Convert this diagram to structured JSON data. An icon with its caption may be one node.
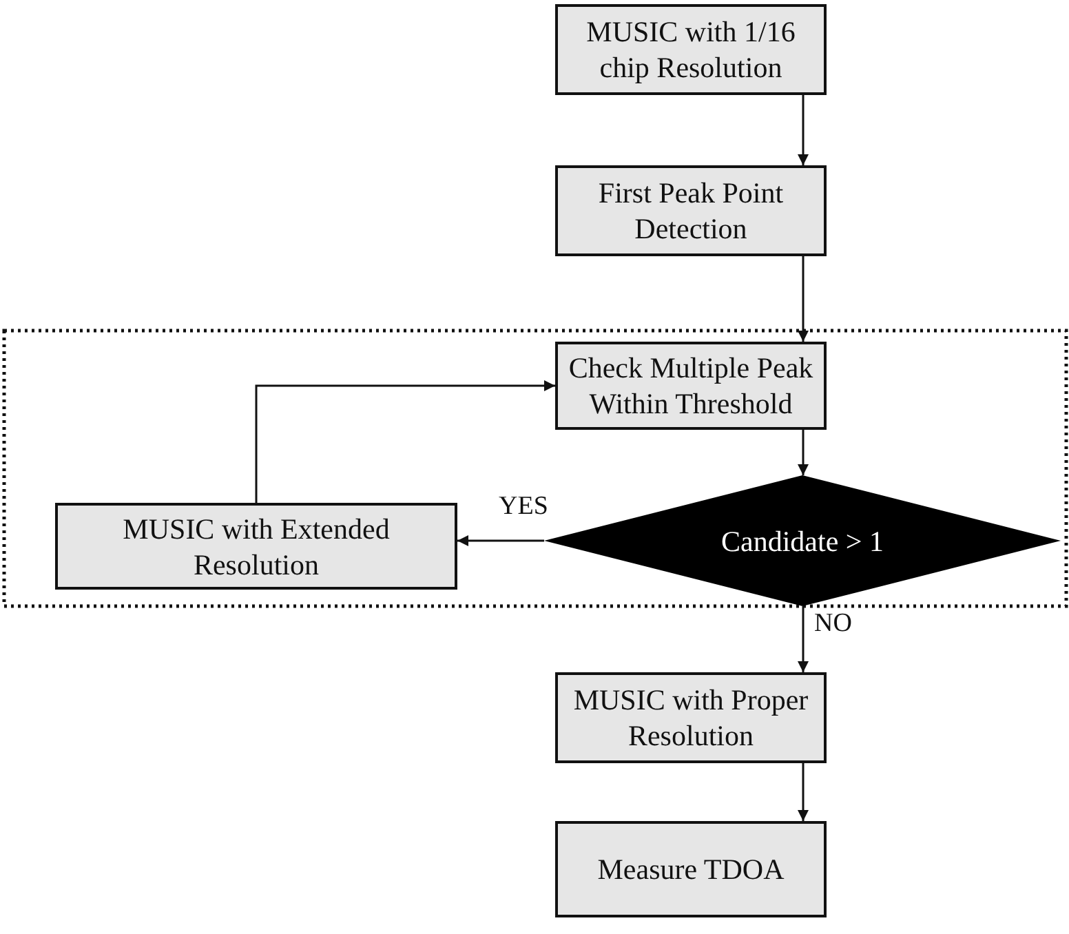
{
  "diagram": {
    "nodes": [
      {
        "text": [
          "MUSIC with 1/16 chip Resolution"
        ]
      },
      {
        "text": [
          "First Peak Point Detection"
        ]
      },
      {
        "text": [
          "Check Multiple Peak Within Threshold"
        ]
      },
      {
        "text": [
          "Candidate > 1"
        ]
      },
      {
        "text": [
          "MUSIC with Extended Resolution"
        ]
      },
      {
        "text": [
          "MUSIC with Proper Resolution"
        ]
      },
      {
        "text": [
          "Measure TDOA"
        ]
      }
    ],
    "edges": [
      {
        "from": 0,
        "to": 1,
        "arrow": "to"
      },
      {
        "from": 1,
        "to": 2,
        "arrow": "to"
      },
      {
        "from": 2,
        "to": 3,
        "arrow": "to"
      },
      {
        "from": 3,
        "to": 4,
        "arrow": "to",
        "label": "YES"
      },
      {
        "from": 3,
        "to": 5,
        "arrow": "to",
        "label": "NO"
      },
      {
        "from": 5,
        "to": 6,
        "arrow": "to"
      },
      {
        "from": 4,
        "to": 2,
        "arrow": "to"
      }
    ]
  }
}
